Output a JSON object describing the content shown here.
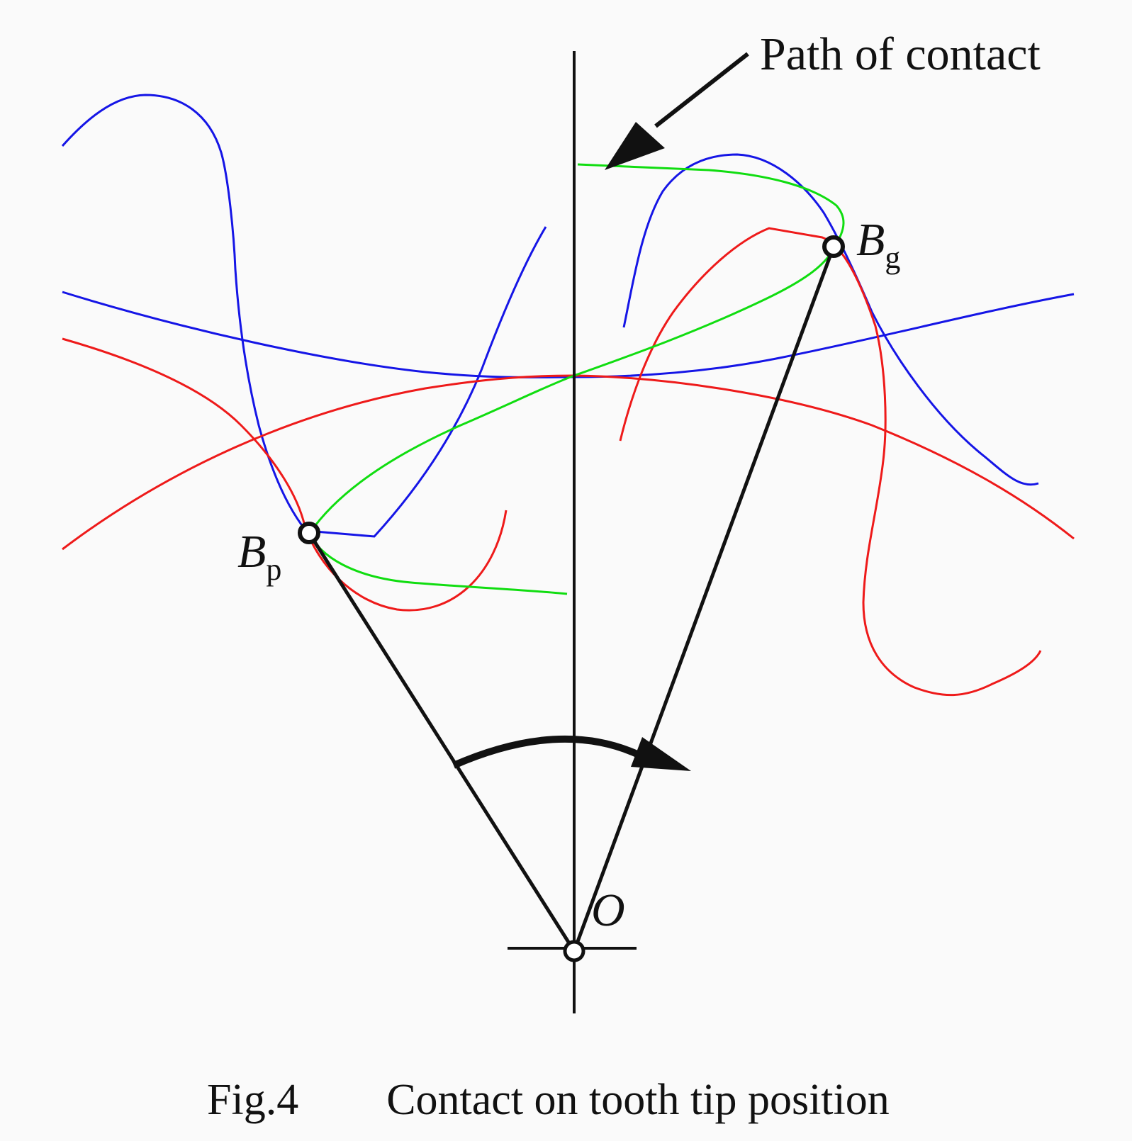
{
  "figure": {
    "caption": "Fig.4  Contact on tooth tip position",
    "annotation": "Path of contact",
    "points": {
      "pinion": {
        "letter": "B",
        "subscript": "p"
      },
      "gear": {
        "letter": "B",
        "subscript": "g"
      },
      "center": {
        "letter": "O"
      }
    }
  },
  "colors": {
    "background": "#fafafa",
    "ink": "#111111",
    "blue_profile": "#1515e6",
    "red_profile": "#ee1a1a",
    "green_path": "#10dd10"
  }
}
